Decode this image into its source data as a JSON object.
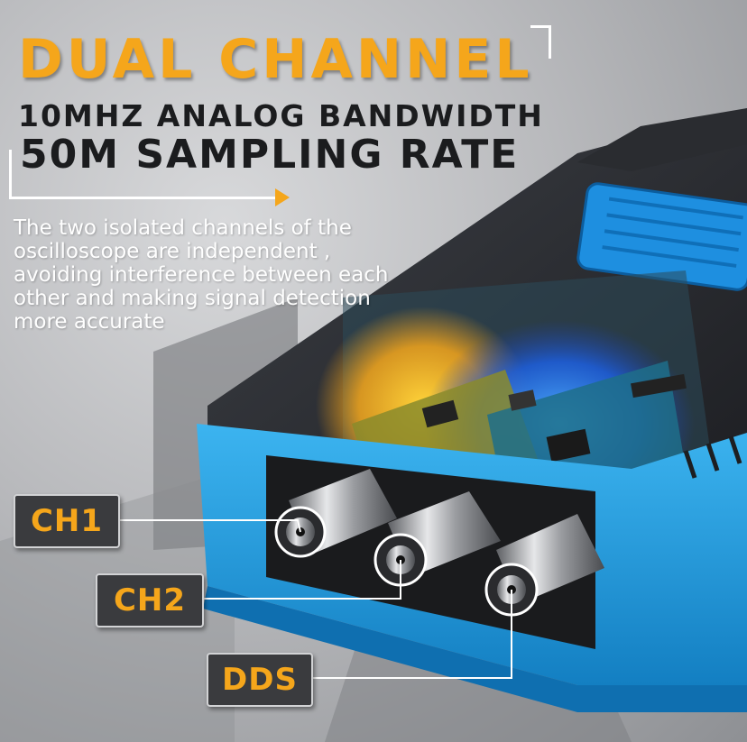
{
  "headline": "DUAL CHANNEL",
  "subheadline_1": "10MHZ ANALOG BANDWIDTH",
  "subheadline_2": "50M SAMPLING RATE",
  "description": "The two isolated channels of the oscilloscope are independent , avoiding interference between each other and making signal detection more accurate",
  "connector_labels": {
    "ch1": "CH1",
    "ch2": "CH2",
    "dds": "DDS"
  },
  "colors": {
    "accent": "#f5a61b",
    "device_blue": "#1e9de0",
    "device_dark": "#26282c",
    "text_dark": "#1b1c1e",
    "label_bg": "#3a3b3e"
  }
}
